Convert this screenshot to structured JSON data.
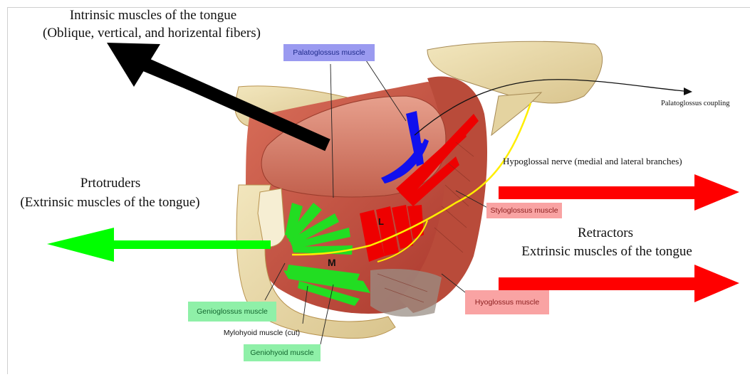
{
  "intrinsic": {
    "line1": "Intrinsic muscles of the tongue",
    "line2": "(Oblique, vertical, and horizental fibers)"
  },
  "protruders": {
    "line1": "Prtotruders",
    "line2": "(Extrinsic muscles of the tongue)"
  },
  "retractors": {
    "line1": "Retractors",
    "line2": "Extrinsic muscles of the tongue"
  },
  "labels": {
    "palatoglossus": "Palatoglossus muscle",
    "palatoglossus_coupling": "Palatoglossus coupling",
    "hypoglossal_nerve": "Hypoglossal nerve (medial and lateral branches)",
    "styloglossus": "Styloglossus muscle",
    "hyoglossus": "Hyoglossus muscle",
    "genioglossus": "Genioglossus muscle",
    "mylohyoid": "Mylohyoid muscle (cut)",
    "geniohyoid": "Geniohyoid muscle"
  },
  "markers": {
    "L": "L",
    "M": "M"
  },
  "colors": {
    "protruder_arrow": "#00ff00",
    "retractor_arrow": "#ff0000",
    "intrinsic_arrow": "#000000",
    "palatoglossus": "#0000ff",
    "nerve": "#ffff00",
    "tissue": "#c8553f",
    "bone": "#e9d9a8"
  }
}
